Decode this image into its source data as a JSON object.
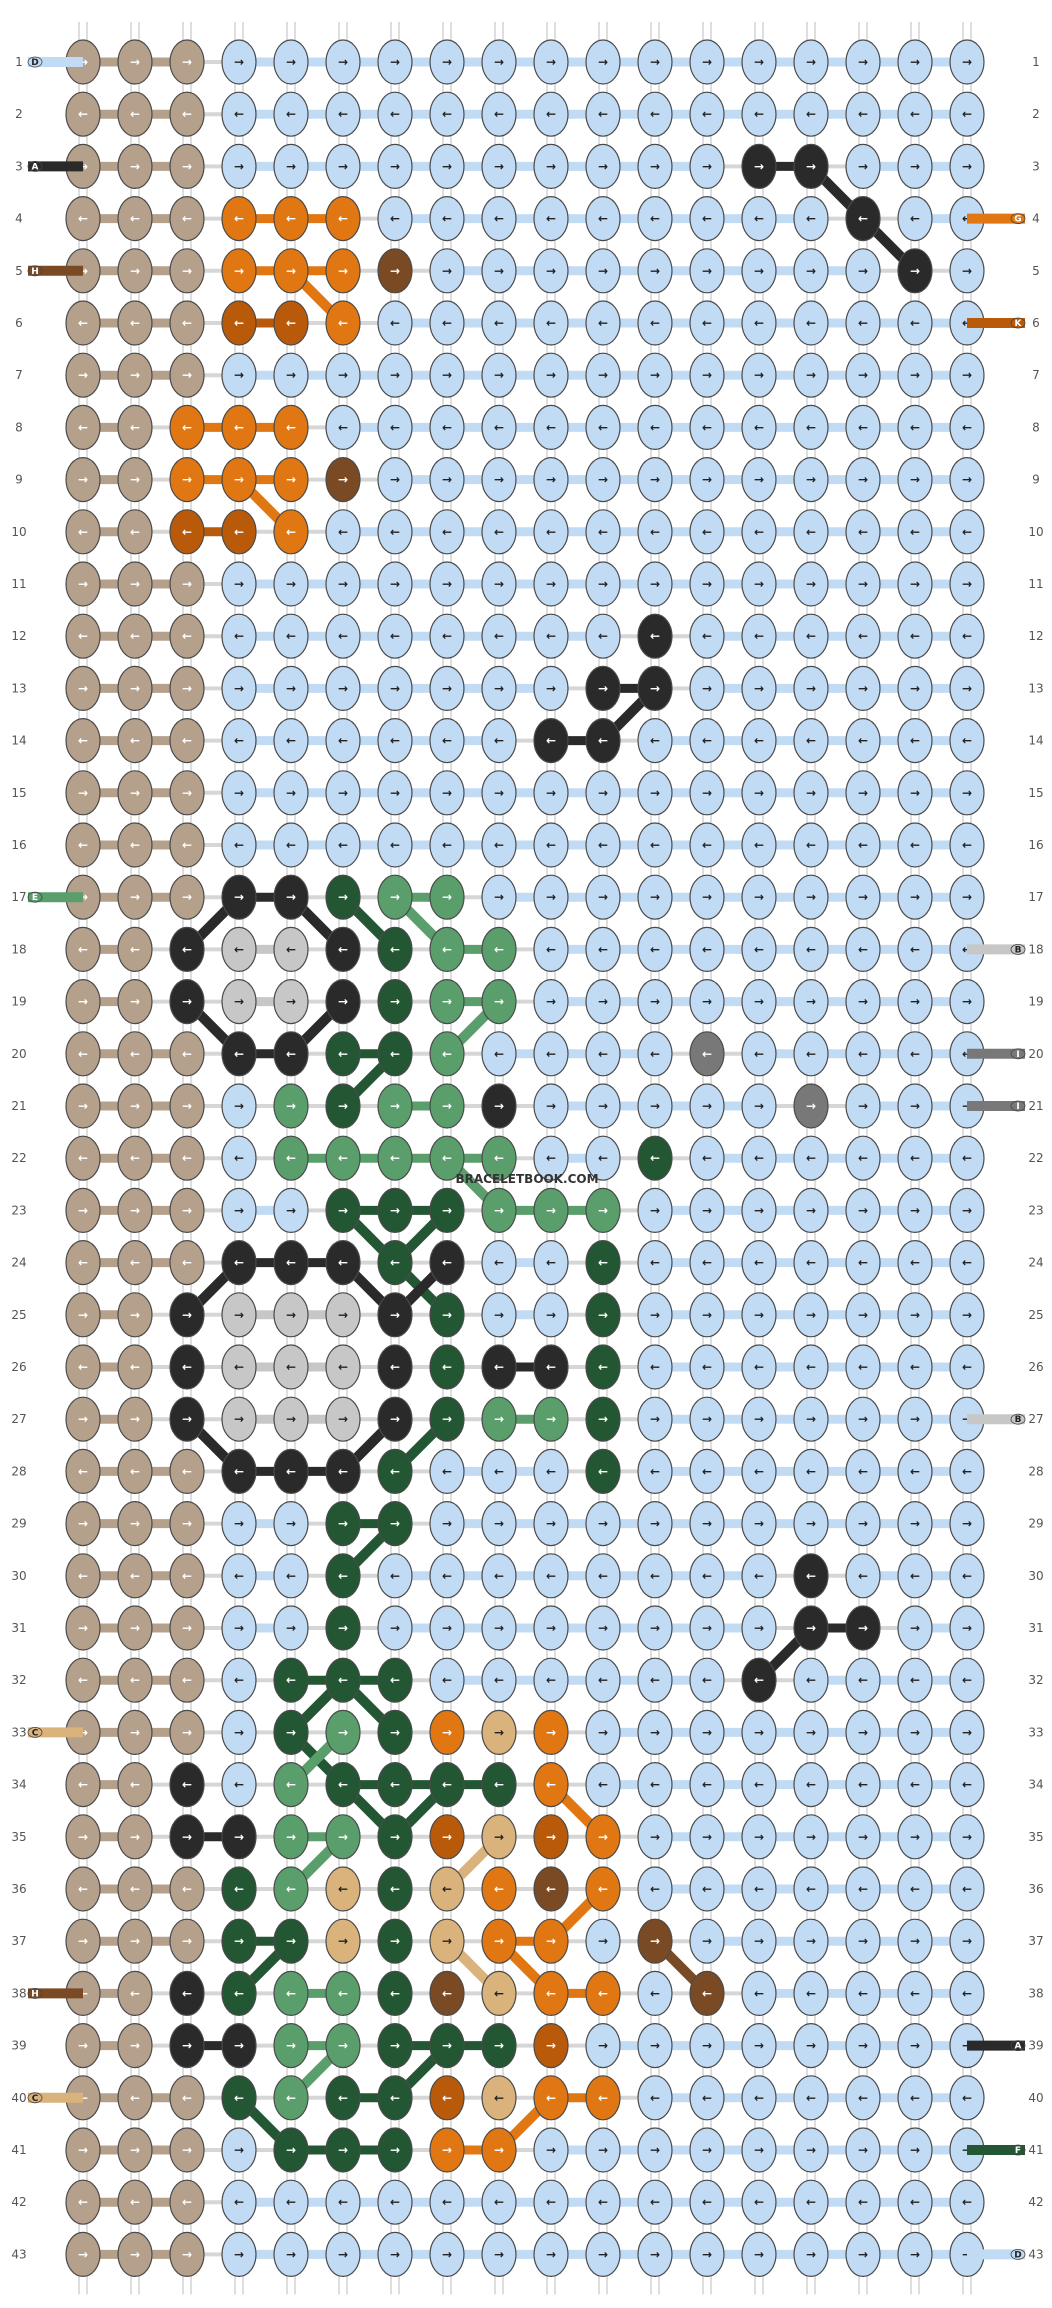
{
  "watermark": "BRACELETBOOK.COM",
  "row_count": 43,
  "strand_count": 18,
  "colors": {
    "B": "#b5a08c",
    "L": "#c2dbf5",
    "O": "#e07712",
    "R": "#b85a0a",
    "H": "#7a4a24",
    "K": "#2a2a2a",
    "E": "#5a9e6c",
    "D": "#235733",
    "G": "#c7c7c7",
    "N": "#787878",
    "T": "#d9b27c"
  },
  "start_labels": [
    {
      "row": 1,
      "side": "left",
      "text": "D",
      "color": "#c2dbf5"
    },
    {
      "row": 3,
      "side": "left",
      "text": "A",
      "color": "#2a2a2a"
    },
    {
      "row": 5,
      "side": "left",
      "text": "H",
      "color": "#7a4a24"
    },
    {
      "row": 17,
      "side": "left",
      "text": "E",
      "color": "#5a9e6c"
    },
    {
      "row": 33,
      "side": "left",
      "text": "C",
      "color": "#d9b27c"
    },
    {
      "row": 38,
      "side": "left",
      "text": "H",
      "color": "#7a4a24"
    },
    {
      "row": 40,
      "side": "left",
      "text": "C",
      "color": "#d9b27c"
    },
    {
      "row": 4,
      "side": "right",
      "text": "G",
      "color": "#e07712"
    },
    {
      "row": 6,
      "side": "right",
      "text": "K",
      "color": "#b85a0a"
    },
    {
      "row": 18,
      "side": "right",
      "text": "B",
      "color": "#c7c7c7"
    },
    {
      "row": 20,
      "side": "right",
      "text": "I",
      "color": "#787878"
    },
    {
      "row": 21,
      "side": "right",
      "text": "I",
      "color": "#787878"
    },
    {
      "row": 27,
      "side": "right",
      "text": "B",
      "color": "#c7c7c7"
    },
    {
      "row": 39,
      "side": "right",
      "text": "A",
      "color": "#2a2a2a"
    },
    {
      "row": 41,
      "side": "right",
      "text": "F",
      "color": "#235733"
    },
    {
      "row": 43,
      "side": "right",
      "text": "D",
      "color": "#c2dbf5"
    }
  ],
  "knot_rows": [
    "BBBLLLLLLLLLLLLLLL",
    "BBBLLLLLLLLLLLLLLL",
    "BBBLLLLLLLLLLKKLLL",
    "BBBOOOLLLLLLLLLKLL",
    "BBBOOOHLLLLLLLLLKL",
    "BBBRROLLLLLLLLLLLL",
    "BBBLLLLLLLLLLLLLLL",
    "BBOOOLLLLLLLLLLLLL",
    "BBOOOHLLLLLLLLLLLL",
    "BBRROLLLLLLLLLLLLL",
    "BBBLLLLLLLLLLLLLLL",
    "BBBLLLLLLLLKLLLLLL",
    "BBBLLLLLLLKKLLLLLL",
    "BBBLLLLLLKKLLLLLLL",
    "BBBLLLLLLLLLLLLLLL",
    "BBBLLLLLLLLLLLLLLL",
    "BBBKKDEELLLLLLLLLL",
    "BBKGGKDEELLLLLLLLL",
    "BBKGGKDEELLLLLLLLL",
    "BBBKKDDELLLLNLLLLL",
    "BBBLEDEEKLLLLLNLLL",
    "BBBLEEEEELLDLLLLLL",
    "BBBLLDDDEEELLLLLLL",
    "BBBKKKDKLLDLLLLLLL",
    "BBKGGGKDLLDLLLLLLL",
    "BBKGGGKDKKDLLLLLLL",
    "BBKGGGKDEEDLLLLLLL",
    "BBBKKKDLLLDLLLLLLL",
    "BBBLLDDLLLLLLLLLLL",
    "BBBLLDLLLLLLLLKLLL",
    "BBBLLDLLLLLLLLKKLL",
    "BBBLDDDLLLLLLKLLLL",
    "BBBLDEDOTOLLLLLLLL",
    "BBKLEDDDDOLLLLLLLL",
    "BBKKEEDRTROLLLLLLL",
    "BBBDETDTOHOLLLLLLL",
    "BBBDDTDTOOLHLLLLLL",
    "BBKDEEDHTOOLHLLLLL",
    "BBKKEEDDDRLLLLLLLL",
    "BBBDEDDRTOOLLLLLLL",
    "BBBLDDDOOLLLLLLLLL",
    "BBBLLLLLLLLLLLLLLL",
    "BBBLLLLLLLLLLLLLLL"
  ],
  "dir_rows": [
    "RRRRRRRRRRRRRRRRRR",
    "LLLLLLLLLLLLLLLLLL",
    "RRRRRRRRRRRRRRRRRR",
    "LLLLLLLLLLLLLLLLLL",
    "RRRRRRRRRRRRRRRRRR",
    "LLLLLLLLLLLLLLLLLL",
    "RRRRRRRRRRRRRRRRRR",
    "LLLLLLLLLLLLLLLLLL",
    "RRRRRRRRRRRRRRRRRR",
    "LLLLLLLLLLLLLLLLLL",
    "RRRRRRRRRRRRRRRRRR",
    "LLLLLLLLLLLLLLLLLL",
    "RRRRRRRRRRRRRRRRRR",
    "LLLLLLLLLLLLLLLLLL",
    "RRRRRRRRRRRRRRRRRR",
    "LLLLLLLLLLLLLLLLLL",
    "RRRRRRRRRRRRRRRRRR",
    "LLLLLLLLLLLLLLLLLL",
    "RRRRRRRRRRRRRRRRRR",
    "LLLLLLLLLLLLLLLLLL",
    "RRRRRRRRRRRRRRRRRR",
    "LLLLLLLLLLLLLLLLLL",
    "RRRRRRRRRRRRRRRRRR",
    "LLLLLLLLLLLLLLLLLL",
    "RRRRRRRRRRRRRRRRRR",
    "LLLLLLLLLLLLLLLLLL",
    "RRRRRRRRRRRRRRRRRR",
    "LLLLLLLLLLLLLLLLLL",
    "RRRRRRRRRRRRRRRRRR",
    "LLLLLLLLLLLLLLLLLL",
    "RRRRRRRRRRRRRRRRRR",
    "LLLLLLLLLLLLLLLLLL",
    "RRRRRRRRRRRRRRRRRR",
    "LLLLLLLLLLLLLLLLLL",
    "RRRRRRRRRRRRRRRRRR",
    "LLLLLLLLLLLLLLLLLL",
    "RRRRRRRRRRRRRRRRRR",
    "LLLLLLLLLLLLLLLLLL",
    "RRRRRRRRRRRRRRRRRR",
    "LLLLLLLLLLLLLLLLLL",
    "RRRRRRRRRRRRRRRRRR",
    "LLLLLLLLLLLLLLLLLL",
    "RRRRRRRRRRRRRRRRRR"
  ],
  "glyphs": {
    "R": "→",
    "L": "←"
  }
}
